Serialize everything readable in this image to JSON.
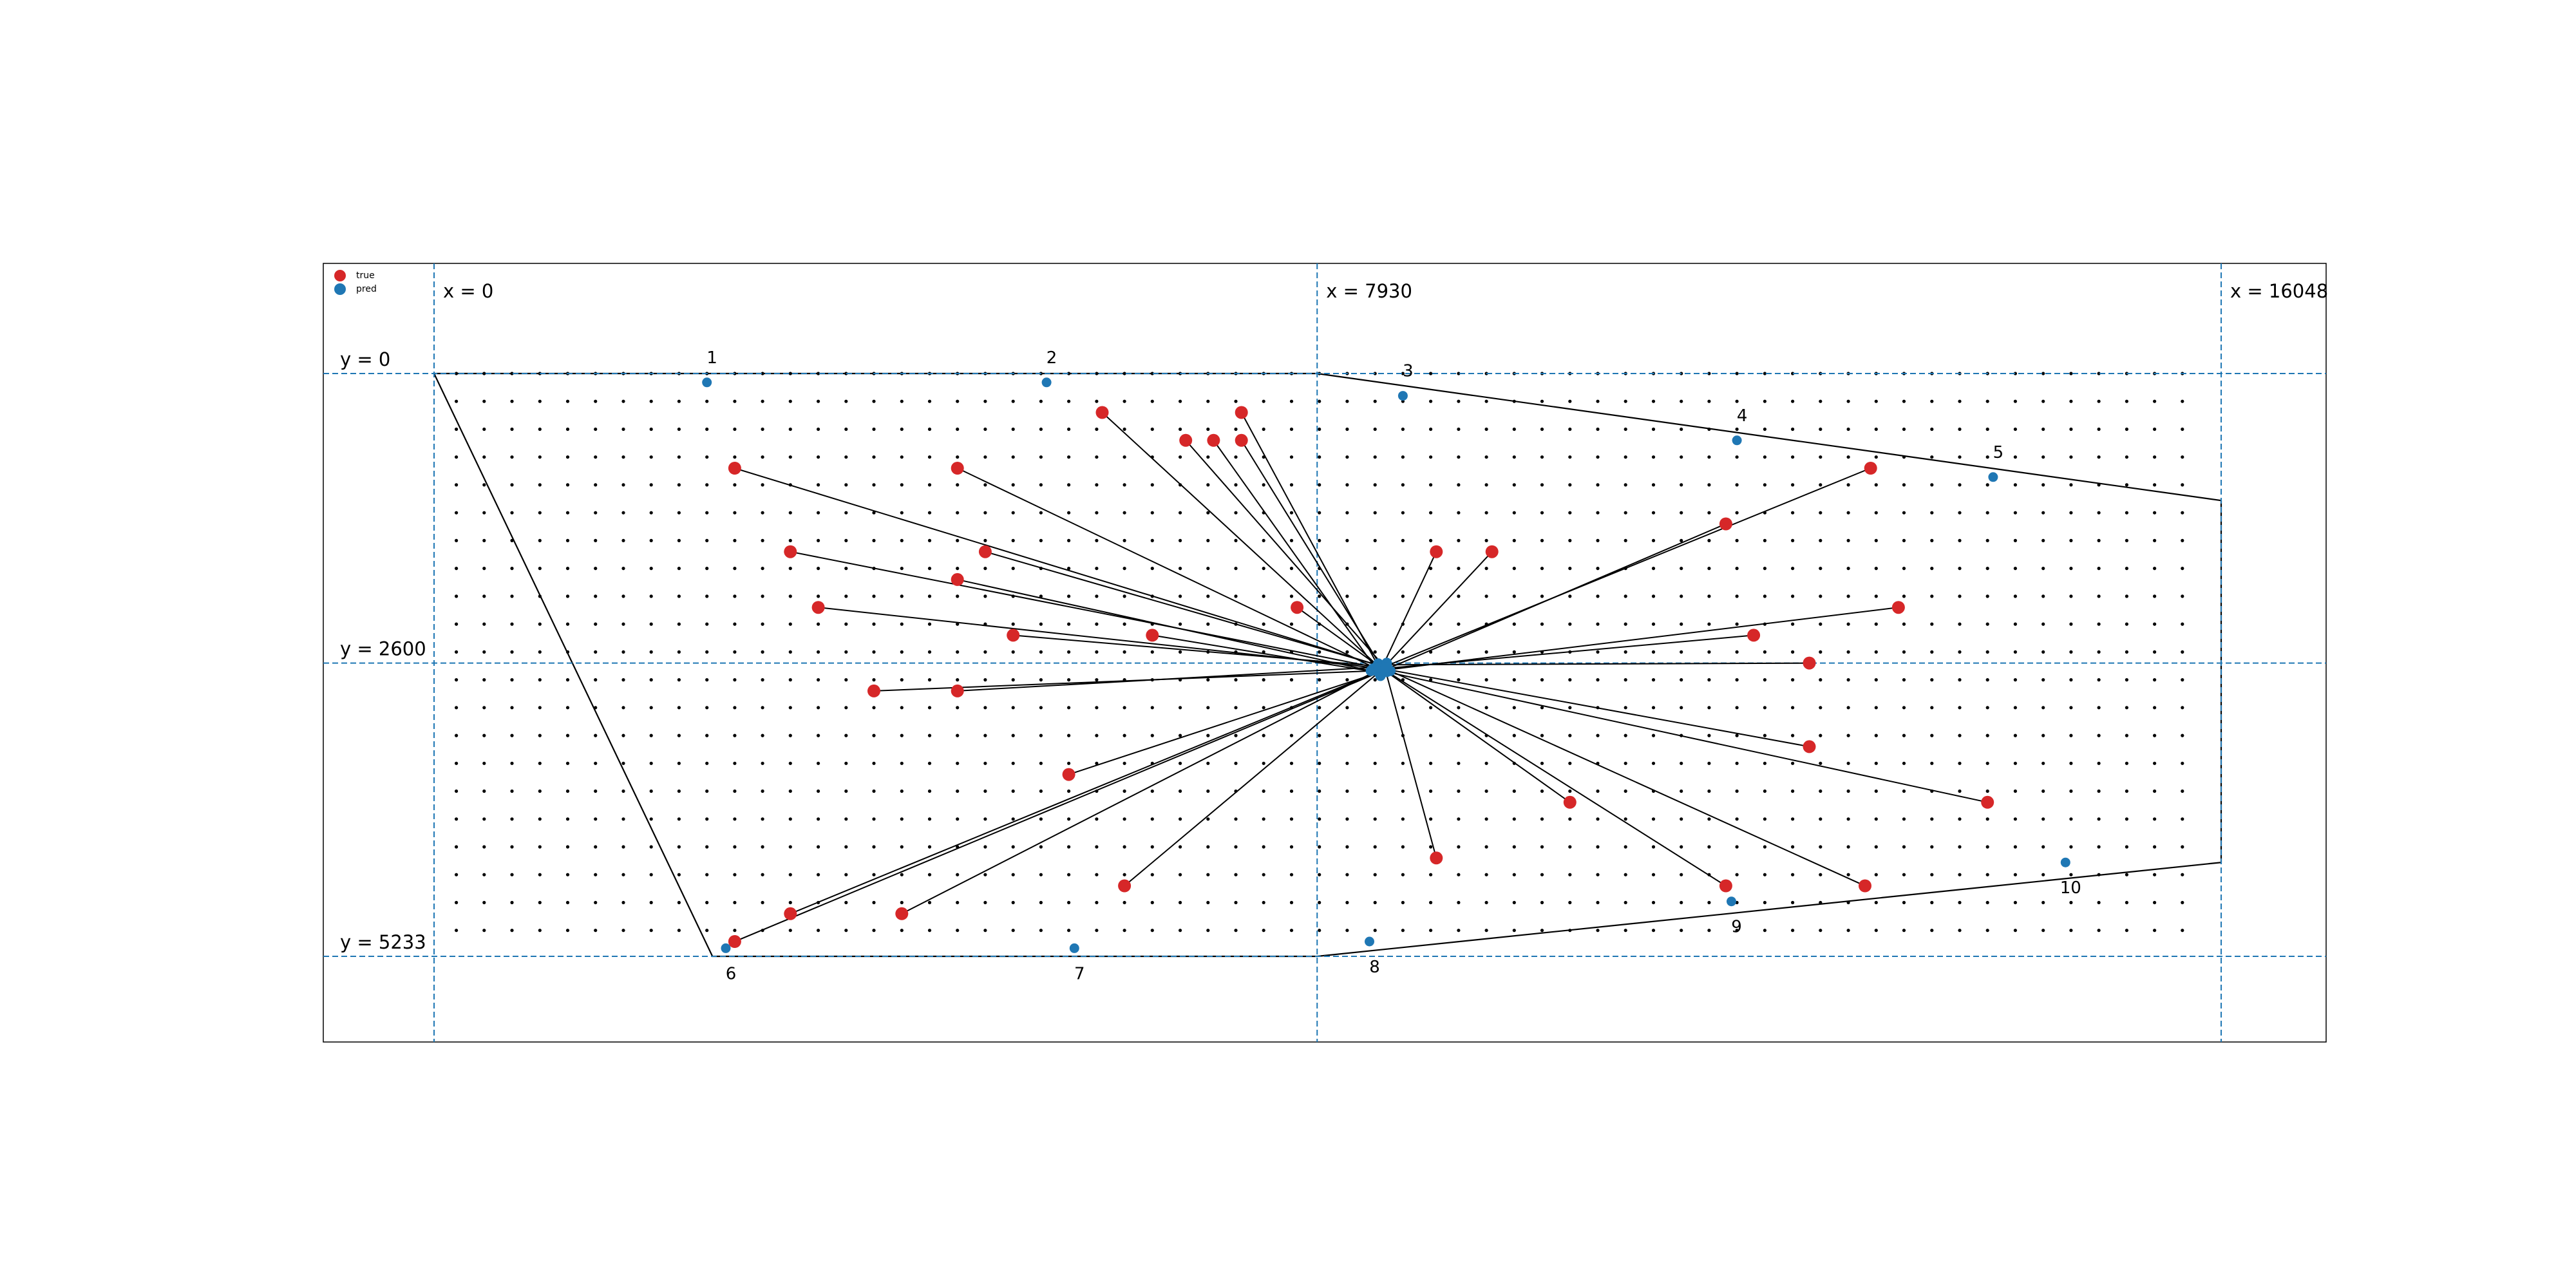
{
  "chart_data": {
    "type": "scatter",
    "title": "",
    "xlabel": "",
    "ylabel": "",
    "xlim": [
      -1000,
      17000
    ],
    "ylim": [
      6000,
      -1000
    ],
    "y_inverted": true,
    "grid": false,
    "legend": {
      "position": "top-left",
      "entries": [
        {
          "label": "true",
          "color": "#d62728"
        },
        {
          "label": "pred",
          "color": "#1f77b4"
        }
      ]
    },
    "reference_lines": {
      "vertical": [
        {
          "x": 0,
          "label": "x = 0"
        },
        {
          "x": 7930,
          "label": "x = 7930"
        },
        {
          "x": 16048,
          "label": "x = 16048"
        }
      ],
      "horizontal": [
        {
          "y": 0,
          "label": "y = 0"
        },
        {
          "y": 2600,
          "label": "y = 2600"
        },
        {
          "y": 5233,
          "label": "y = 5233"
        }
      ],
      "color": "#1f77b4",
      "style": "dashed"
    },
    "boundary_polygon": [
      [
        0,
        0
      ],
      [
        7930,
        0
      ],
      [
        16048,
        1140
      ],
      [
        16048,
        4390
      ],
      [
        7930,
        5233
      ],
      [
        2500,
        5233
      ],
      [
        0,
        0
      ]
    ],
    "grid_dots": {
      "x_start": 200,
      "x_end": 15800,
      "x_step": 250,
      "y_start": 0,
      "y_end": 5233,
      "y_step": 250,
      "color": "#000000"
    },
    "center": {
      "x": 8500,
      "y": 2650
    },
    "series": [
      {
        "name": "true",
        "color": "#d62728",
        "points": [
          {
            "x": 6000,
            "y": 350
          },
          {
            "x": 7250,
            "y": 350
          },
          {
            "x": 6750,
            "y": 600
          },
          {
            "x": 7000,
            "y": 600
          },
          {
            "x": 7250,
            "y": 600
          },
          {
            "x": 2700,
            "y": 850
          },
          {
            "x": 4700,
            "y": 850
          },
          {
            "x": 12900,
            "y": 850
          },
          {
            "x": 11600,
            "y": 1350
          },
          {
            "x": 3200,
            "y": 1600
          },
          {
            "x": 4950,
            "y": 1600
          },
          {
            "x": 9000,
            "y": 1600
          },
          {
            "x": 9500,
            "y": 1600
          },
          {
            "x": 4700,
            "y": 1850
          },
          {
            "x": 3450,
            "y": 2100
          },
          {
            "x": 7750,
            "y": 2100
          },
          {
            "x": 13150,
            "y": 2100
          },
          {
            "x": 5200,
            "y": 2350
          },
          {
            "x": 6450,
            "y": 2350
          },
          {
            "x": 11850,
            "y": 2350
          },
          {
            "x": 12350,
            "y": 2600
          },
          {
            "x": 3950,
            "y": 2850
          },
          {
            "x": 4700,
            "y": 2850
          },
          {
            "x": 5700,
            "y": 3600
          },
          {
            "x": 12350,
            "y": 3350
          },
          {
            "x": 10200,
            "y": 3850
          },
          {
            "x": 13950,
            "y": 3850
          },
          {
            "x": 9000,
            "y": 4350
          },
          {
            "x": 6200,
            "y": 4600
          },
          {
            "x": 11600,
            "y": 4600
          },
          {
            "x": 12850,
            "y": 4600
          },
          {
            "x": 3200,
            "y": 4850
          },
          {
            "x": 4200,
            "y": 4850
          },
          {
            "x": 2700,
            "y": 5100
          }
        ]
      },
      {
        "name": "pred",
        "color": "#1f77b4",
        "points": [
          {
            "x": 2450,
            "y": 80,
            "label": "1"
          },
          {
            "x": 5500,
            "y": 80,
            "label": "2"
          },
          {
            "x": 8700,
            "y": 200,
            "label": "3"
          },
          {
            "x": 11700,
            "y": 600,
            "label": "4"
          },
          {
            "x": 14000,
            "y": 930,
            "label": "5"
          },
          {
            "x": 2620,
            "y": 5160,
            "label": "6"
          },
          {
            "x": 5750,
            "y": 5160,
            "label": "7"
          },
          {
            "x": 8400,
            "y": 5100,
            "label": "8"
          },
          {
            "x": 11650,
            "y": 4740,
            "label": "9"
          },
          {
            "x": 14650,
            "y": 4390,
            "label": "10"
          }
        ]
      }
    ]
  }
}
